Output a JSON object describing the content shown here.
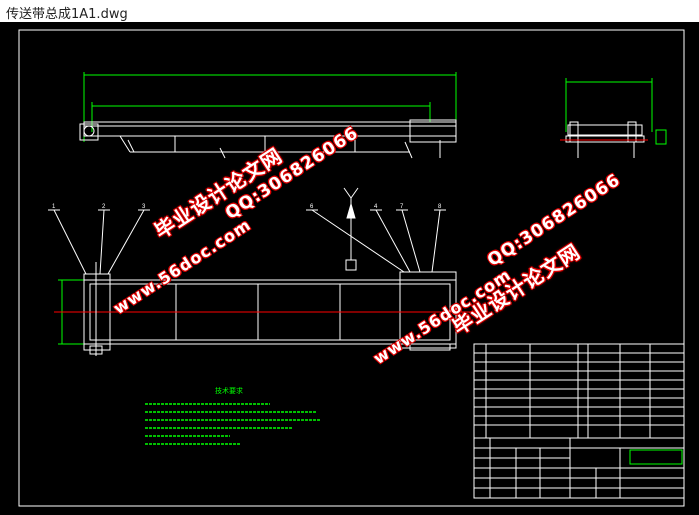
{
  "window": {
    "title": "传送带总成1A1.dwg"
  },
  "colors": {
    "canvas": "#000000",
    "line": "#ffffff",
    "dimension": "#00ff00",
    "centerline": "#ff0000",
    "notes": "#00ff00",
    "watermark": "#e00000"
  },
  "watermarks": [
    {
      "kind": "brand",
      "text": "毕业设计论文网"
    },
    {
      "kind": "qq",
      "text": "QQ:306826066"
    },
    {
      "kind": "url",
      "text": "www.56doc.com"
    },
    {
      "kind": "brand",
      "text": "毕业设计论文网"
    },
    {
      "kind": "qq",
      "text": "QQ:306826066"
    },
    {
      "kind": "url",
      "text": "www.56doc.com"
    }
  ],
  "drawing": {
    "notes_title": "技术要求",
    "balloons": [
      "1",
      "2",
      "3",
      "6",
      "4",
      "7",
      "8"
    ]
  }
}
